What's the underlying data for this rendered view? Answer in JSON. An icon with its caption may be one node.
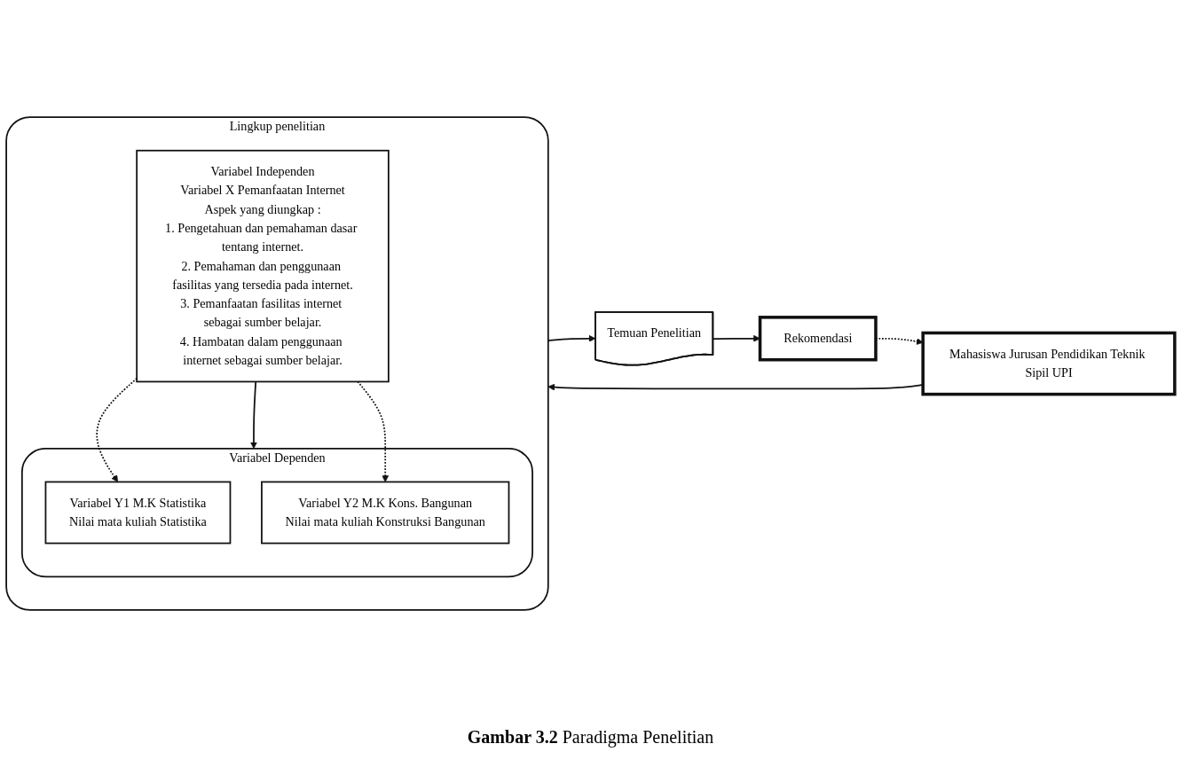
{
  "diagram": {
    "caption": "**Gambar 3.2** Paradigma Penelitian",
    "nodes": [
      {
        "text": [
          "Mahasiswa Jurusan Pendidikan Teknik Sipil UPI"
        ]
      },
      {
        "text": [
          "Lingkup penelitian"
        ]
      },
      {
        "text": [
          "Variabel Independen",
          "Variabel X Pemanfaatan Internet",
          "Aspek yang diungkap :",
          "1. Pengetahuan dan pemahaman dasar tentang internet.",
          "2. Pemahaman dan penggunaan fasilitas yang tersedia pada internet.",
          "3. Pemanfaatan fasilitas internet sebagai sumber belajar.",
          "4. Hambatan dalam penggunaan internet sebagai sumber belajar."
        ],
        "in": 1
      },
      {
        "text": [
          "Variabel Dependen"
        ],
        "in": 1
      },
      {
        "text": [
          "Variabel Y1 M.K Statistika",
          "Nilai mata kuliah Statistika"
        ],
        "in": 3
      },
      {
        "text": [
          "Variabel Y2 M.K Kons. Bangunan",
          "Nilai mata kuliah Konstruksi Bangunan"
        ],
        "in": 3
      },
      {
        "text": [
          "Temuan Penelitian"
        ]
      },
      {
        "text": [
          "Rekomendasi"
        ]
      }
    ],
    "edges": [
      {
        "from": 0,
        "to": 1,
        "arrow": "to"
      },
      {
        "from": 2,
        "to": 3,
        "arrow": "to"
      },
      {
        "from": 2,
        "to": 4,
        "arrow": "to",
        "style": "dashed"
      },
      {
        "from": 2,
        "to": 5,
        "arrow": "to",
        "style": "dashed"
      },
      {
        "from": 1,
        "to": 6,
        "arrow": "to"
      },
      {
        "from": 6,
        "to": 7,
        "arrow": "to"
      },
      {
        "from": 7,
        "to": 0,
        "arrow": "to",
        "style": "dashed"
      }
    ]
  }
}
